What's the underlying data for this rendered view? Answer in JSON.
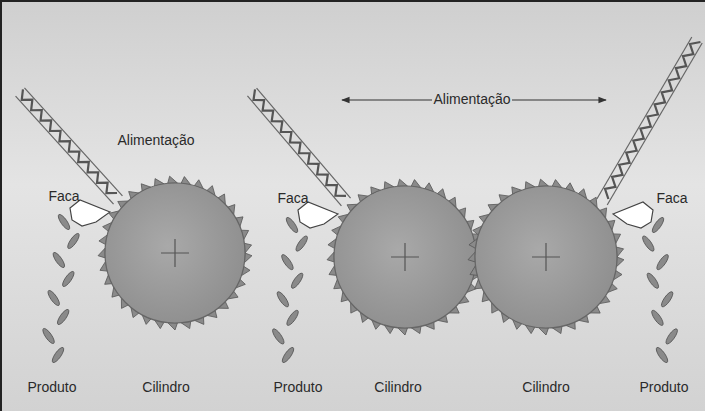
{
  "diagram": {
    "labels": [
      "Alimentação",
      "Alimentação",
      "Faca",
      "Faca",
      "Faca",
      "Produto",
      "Cilindro",
      "Produto",
      "Cilindro",
      "Cilindro",
      "Produto"
    ]
  }
}
